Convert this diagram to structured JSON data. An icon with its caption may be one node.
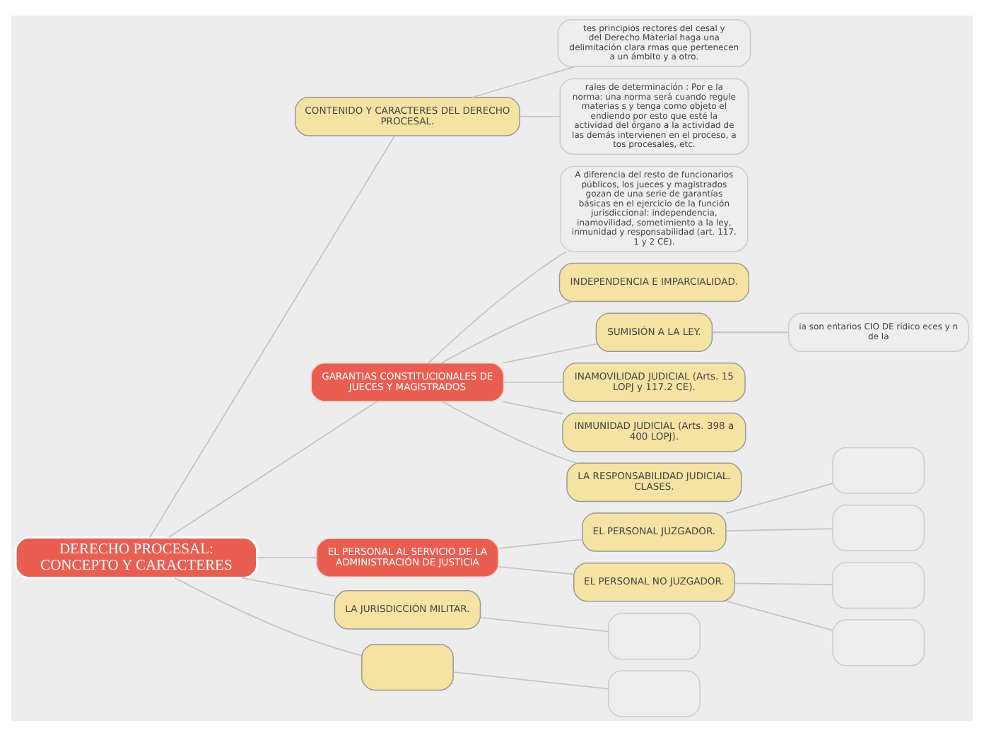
{
  "diagram": {
    "nodes": [
      {
        "text": [
          "DERECHO PROCESAL: CONCEPTO Y CARACTERES"
        ]
      },
      {
        "text": [
          "CONTENIDO Y CARACTERES DEL DERECHO PROCESAL."
        ]
      },
      {
        "text": [
          "tes principios rectores del cesal y del Derecho Material haga una delimitación clara rmas que pertenecen a un ámbito y a otro."
        ]
      },
      {
        "text": [
          "rales de determinación : Por e la norma: una norma será cuando regule materias s y tenga como objeto el endiendo por esto que esté la actividad del órgano a la actividad de las demás intervienen en el proceso, a tos procesales, etc."
        ]
      },
      {
        "text": [
          "GARANTIAS CONSTITUCIONALES DE JUECES Y MAGISTRADOS"
        ]
      },
      {
        "text": [
          "A diferencia del resto de funcionarios públicos, los jueces y magistrados gozan de una serie de garantías básicas en el ejercicio de la función jurisdiccional: independencia, inamovilidad, sometimiento a la ley, inmunidad y responsabilidad (art. 117. 1 y 2 CE)."
        ]
      },
      {
        "text": [
          "INDEPENDENCIA E IMPARCIALIDAD."
        ]
      },
      {
        "text": [
          "SUMISIÓN A LA LEY."
        ]
      },
      {
        "text": [
          "ia son entarios CIO DE rídico eces y n de la"
        ]
      },
      {
        "text": [
          "INAMOVILIDAD JUDICIAL (Arts. 15 LOPJ y 117.2 CE)."
        ]
      },
      {
        "text": [
          "INMUNIDAD JUDICIAL (Arts. 398 a 400 LOPJ)."
        ]
      },
      {
        "text": [
          "LA RESPONSABILIDAD JUDICIAL. CLASES."
        ]
      },
      {
        "text": [
          "EL PERSONAL AL SERVICIO DE LA ADMINISTRACIÓN DE JUSTICIA"
        ]
      },
      {
        "text": [
          "LA JURISDICCIÓN MILITAR."
        ]
      },
      {
        "text": [],
        "shape": "box"
      },
      {
        "text": [
          "EL PERSONAL JUZGADOR."
        ]
      },
      {
        "text": [],
        "shape": "box"
      },
      {
        "text": [],
        "shape": "box"
      },
      {
        "text": [
          "EL PERSONAL NO JUZGADOR."
        ]
      },
      {
        "text": [],
        "shape": "box"
      },
      {
        "text": [],
        "shape": "box"
      },
      {
        "text": [],
        "shape": "box"
      },
      {
        "text": [],
        "shape": "box"
      }
    ],
    "edges": [
      {
        "from": 0,
        "to": 1,
        "arrow": "none"
      },
      {
        "from": 1,
        "to": 2,
        "arrow": "none"
      },
      {
        "from": 1,
        "to": 3,
        "arrow": "none"
      },
      {
        "from": 0,
        "to": 4,
        "arrow": "none"
      },
      {
        "from": 4,
        "to": 5,
        "arrow": "none"
      },
      {
        "from": 4,
        "to": 6,
        "arrow": "none"
      },
      {
        "from": 4,
        "to": 7,
        "arrow": "none"
      },
      {
        "from": 7,
        "to": 8,
        "arrow": "none"
      },
      {
        "from": 4,
        "to": 9,
        "arrow": "none"
      },
      {
        "from": 4,
        "to": 10,
        "arrow": "none"
      },
      {
        "from": 4,
        "to": 11,
        "arrow": "none"
      },
      {
        "from": 0,
        "to": 12,
        "arrow": "none"
      },
      {
        "from": 0,
        "to": 13,
        "arrow": "none"
      },
      {
        "from": 13,
        "to": 14,
        "arrow": "none"
      },
      {
        "from": 12,
        "to": 15,
        "arrow": "none"
      },
      {
        "from": 15,
        "to": 16,
        "arrow": "none"
      },
      {
        "from": 15,
        "to": 17,
        "arrow": "none"
      },
      {
        "from": 12,
        "to": 18,
        "arrow": "none"
      },
      {
        "from": 18,
        "to": 19,
        "arrow": "none"
      },
      {
        "from": 18,
        "to": 20,
        "arrow": "none"
      },
      {
        "from": 0,
        "to": 21,
        "arrow": "none"
      },
      {
        "from": 21,
        "to": 22,
        "arrow": "none"
      }
    ]
  }
}
